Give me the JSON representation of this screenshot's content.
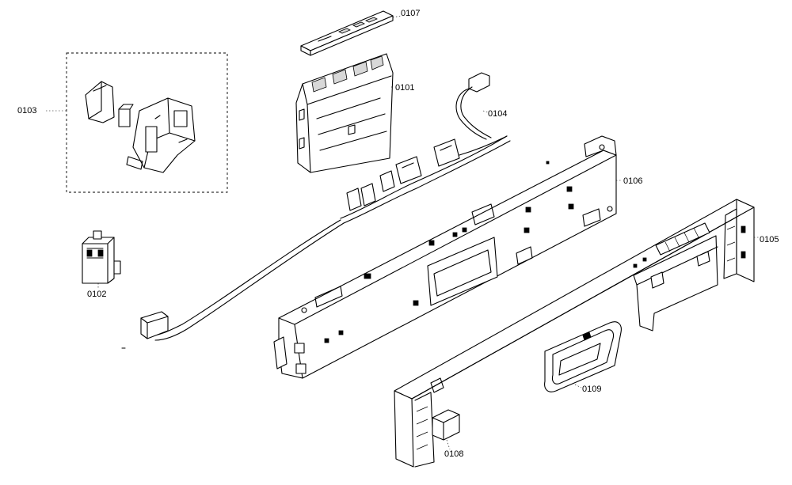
{
  "diagram": {
    "parts": [
      {
        "id": "controller",
        "label": "0101"
      },
      {
        "id": "relay",
        "label": "0102"
      },
      {
        "id": "door-lock-assembly",
        "label": "0103"
      },
      {
        "id": "wiring-harness",
        "label": "0104"
      },
      {
        "id": "front-panel",
        "label": "0105"
      },
      {
        "id": "panel-housing",
        "label": "0106"
      },
      {
        "id": "keypad-strip",
        "label": "0107"
      },
      {
        "id": "knob",
        "label": "0108"
      },
      {
        "id": "handle",
        "label": "0109"
      }
    ]
  }
}
